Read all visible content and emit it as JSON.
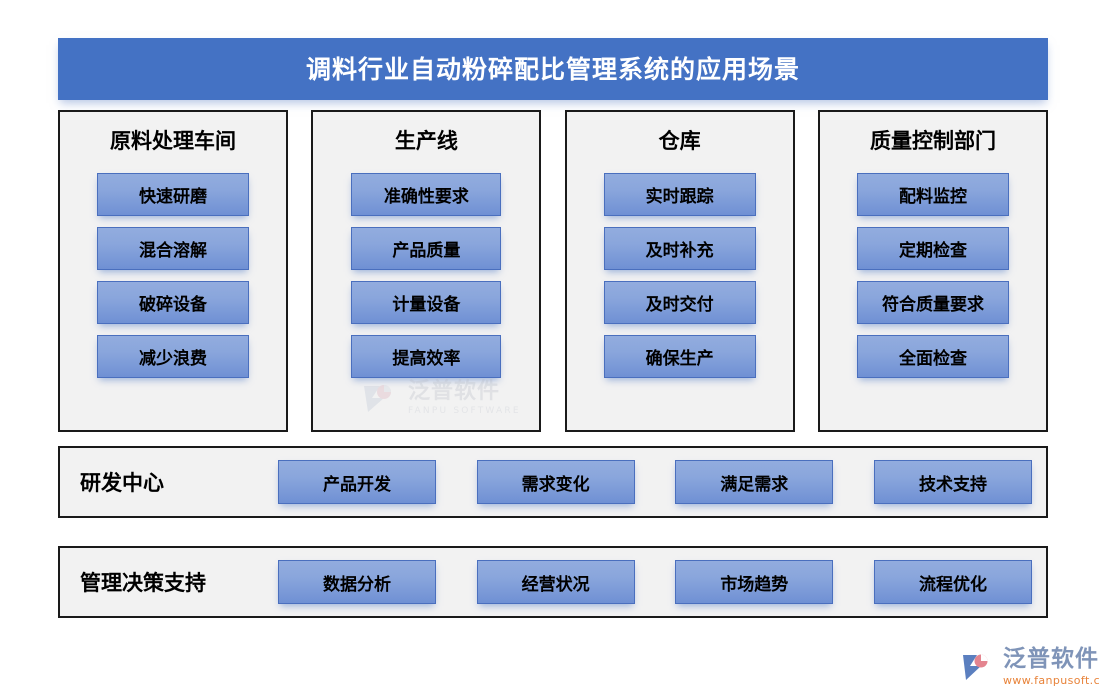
{
  "page": {
    "title": "调料行业自动粉碎配比管理系统的应用场景",
    "background_color": "#ffffff",
    "accent_color": "#4472c4",
    "chip_color": "#8aa6dc",
    "panel_background": "#f2f2f2",
    "panel_border": "#1a1a1a"
  },
  "header": {
    "title": "调料行业自动粉碎配比管理系统的应用场景"
  },
  "columns": [
    {
      "title": "原料处理车间",
      "items": [
        {
          "label": "快速研磨"
        },
        {
          "label": "混合溶解"
        },
        {
          "label": "破碎设备"
        },
        {
          "label": "减少浪费"
        }
      ]
    },
    {
      "title": "生产线",
      "items": [
        {
          "label": "准确性要求"
        },
        {
          "label": "产品质量"
        },
        {
          "label": "计量设备"
        },
        {
          "label": "提高效率"
        }
      ]
    },
    {
      "title": "仓库",
      "items": [
        {
          "label": "实时跟踪"
        },
        {
          "label": "及时补充"
        },
        {
          "label": "及时交付"
        },
        {
          "label": "确保生产"
        }
      ]
    },
    {
      "title": "质量控制部门",
      "items": [
        {
          "label": "配料监控"
        },
        {
          "label": "定期检查"
        },
        {
          "label": "符合质量要求"
        },
        {
          "label": "全面检查"
        }
      ]
    }
  ],
  "bands": [
    {
      "label": "研发中心",
      "items": [
        {
          "label": "产品开发"
        },
        {
          "label": "需求变化"
        },
        {
          "label": "满足需求"
        },
        {
          "label": "技术支持"
        }
      ]
    },
    {
      "label": "管理决策支持",
      "items": [
        {
          "label": "数据分析"
        },
        {
          "label": "经营状况"
        },
        {
          "label": "市场趋势"
        },
        {
          "label": "流程优化"
        }
      ]
    }
  ],
  "watermark": {
    "name_cn": "泛普软件",
    "name_en": "FANPU SOFTWARE"
  },
  "footer": {
    "brand_cn": "泛普软件",
    "url": "www.fanpusoft.com"
  }
}
